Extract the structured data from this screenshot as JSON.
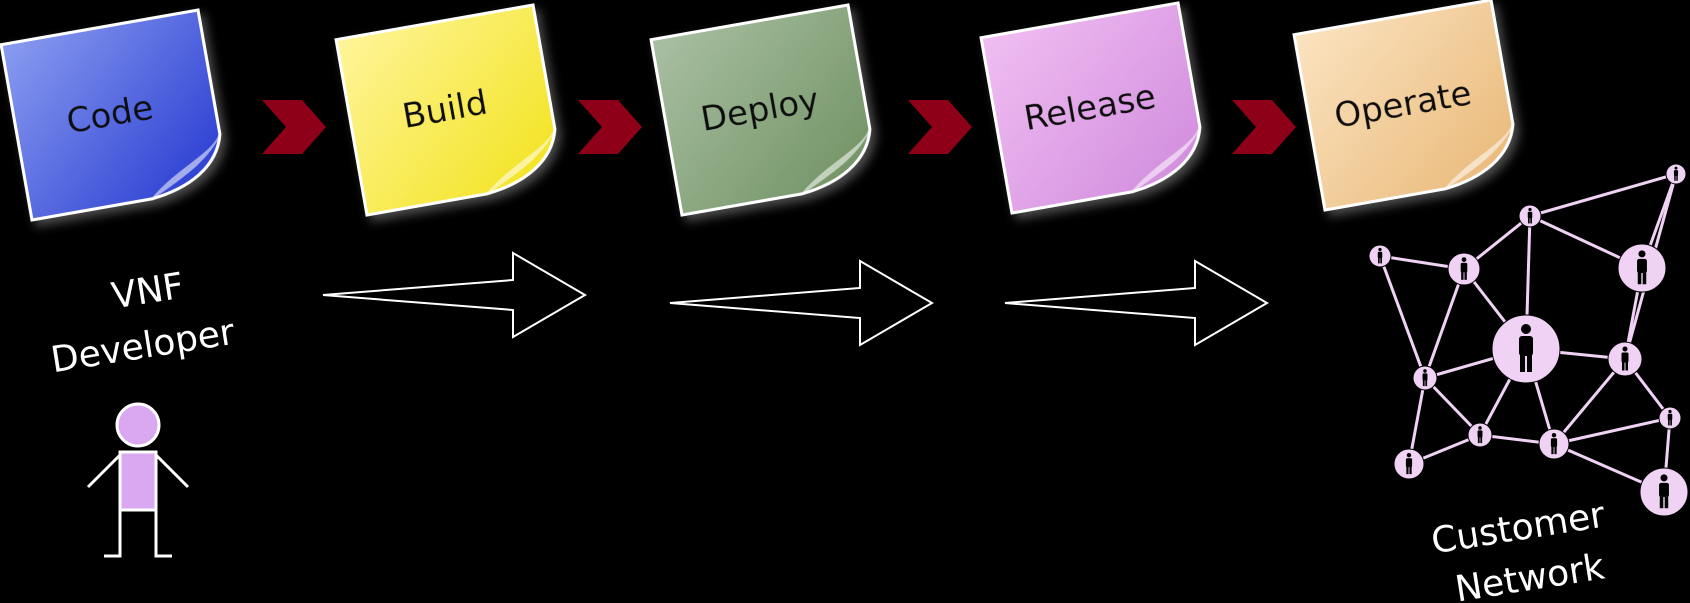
{
  "stages": [
    {
      "label": "Code",
      "color_light": "#8a9cf0",
      "color_dark": "#2438d0",
      "text_color": "#ffffff"
    },
    {
      "label": "Build",
      "color_light": "#fff59a",
      "color_dark": "#f2e21a",
      "text_color": "#111111"
    },
    {
      "label": "Deploy",
      "color_light": "#a9bfa2",
      "color_dark": "#6f9162",
      "text_color": "#111111"
    },
    {
      "label": "Release",
      "color_light": "#f0bef2",
      "color_dark": "#d08adc",
      "text_color": "#111111"
    },
    {
      "label": "Operate",
      "color_light": "#fbe3c0",
      "color_dark": "#e9b877",
      "text_color": "#111111"
    }
  ],
  "developer": {
    "line1": "VNF",
    "line2": "Developer",
    "figure_color": "#d9a8f0"
  },
  "customer": {
    "line1": "Customer",
    "line2": "Network",
    "node_color": "#f0d2f5"
  },
  "colors": {
    "chevron": "#8e0018",
    "background": "#000000",
    "outline": "#ffffff"
  }
}
